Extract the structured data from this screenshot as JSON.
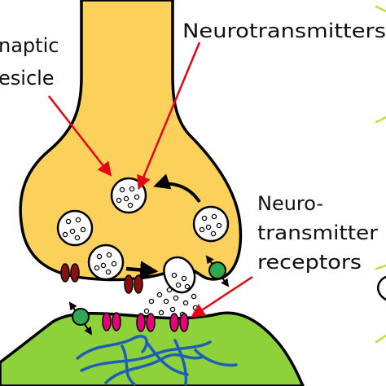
{
  "labels": {
    "vesicle_line1": "naptic",
    "vesicle_line2": "esicle",
    "neurotransmitters": "Neurotransmitters",
    "receptors_line1": "Neuro-",
    "receptors_line2": "transmitter",
    "receptors_line3": "receptors"
  },
  "colors": {
    "presynaptic_fill": "#fbd15b",
    "postsynaptic_fill": "#8dd23a",
    "outline": "#000000",
    "pointer_arrow": "#e30613",
    "calcium_channel": "#8b1111",
    "receptor": "#e6007e",
    "transporter": "#2fa84f",
    "cytoskeleton": "#1d5fb8",
    "edge_accent": "#c9d93a"
  },
  "icons": {
    "vesicle": "circle-with-dots",
    "channel": "paired-ellipses",
    "transporter": "green-circle-with-double-arrow",
    "pointer": "red-arrow"
  }
}
